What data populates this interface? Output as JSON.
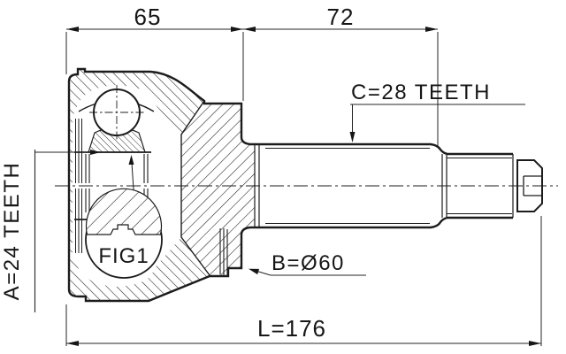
{
  "drawing": {
    "fig_label": "FIG1",
    "dimensions": {
      "inner_section_length": "65",
      "shaft_section_length": "72",
      "overall_length": "L=176",
      "body_diameter": "B=Ø60",
      "inner_spline_teeth": "A=24 TEETH",
      "outer_spline_teeth": "C=28 TEETH"
    }
  }
}
